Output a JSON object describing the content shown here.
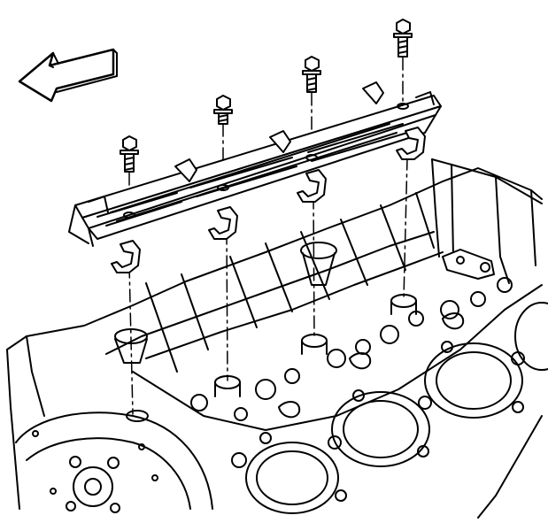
{
  "diagram": {
    "stroke_color": "#000000",
    "fill_color": "#ffffff",
    "shade_color": "#e6e6e6",
    "direction_arrow": "front-direction-arrow-icon",
    "bolt_count": 4,
    "guide_count": 4,
    "parts": [
      "lifter-guide-retainer",
      "lifter-guides",
      "retainer-bolts",
      "engine-block",
      "cylinder-bores"
    ]
  }
}
